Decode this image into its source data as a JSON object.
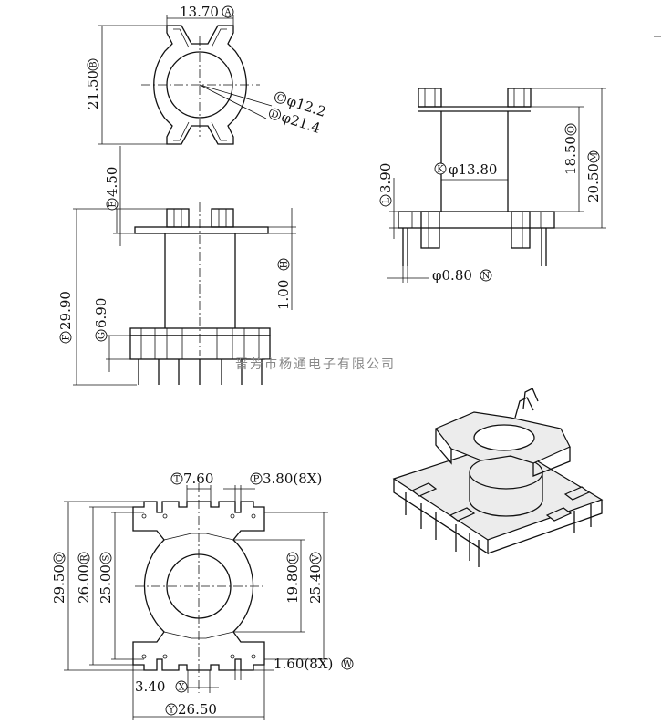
{
  "watermark": "晋芳市杨通电子有限公司",
  "dims": {
    "A": {
      "letter": "A",
      "value": "13.70"
    },
    "B": {
      "letter": "B",
      "value": "21.50"
    },
    "C": {
      "letter": "C",
      "value": "φ12.2"
    },
    "D": {
      "letter": "D",
      "value": "φ21.4"
    },
    "E": {
      "letter": "E",
      "value": "4.50"
    },
    "F": {
      "letter": "F",
      "value": "29.90"
    },
    "G": {
      "letter": "G",
      "value": "6.90"
    },
    "H": {
      "letter": "H",
      "value": "1.00"
    },
    "K": {
      "letter": "K",
      "value": "φ13.80"
    },
    "L": {
      "letter": "L",
      "value": "3.90"
    },
    "M": {
      "letter": "M",
      "value": "20.50"
    },
    "N": {
      "letter": "N",
      "value": "φ0.80"
    },
    "O": {
      "letter": "O",
      "value": "18.50"
    },
    "Q": {
      "letter": "Q",
      "value": "29.50"
    },
    "R": {
      "letter": "R",
      "value": "26.00"
    },
    "S": {
      "letter": "S",
      "value": "25.00"
    },
    "T": {
      "letter": "T",
      "value": "7.60"
    },
    "P": {
      "letter": "P",
      "value": "3.80(8X)"
    },
    "U": {
      "letter": "U",
      "value": "19.80"
    },
    "V": {
      "letter": "V",
      "value": "25.40"
    },
    "W": {
      "letter": "W",
      "value": "1.60(8X)"
    },
    "X": {
      "letter": "X",
      "value": "3.40"
    },
    "Y": {
      "letter": "Y",
      "value": "26.50"
    }
  }
}
